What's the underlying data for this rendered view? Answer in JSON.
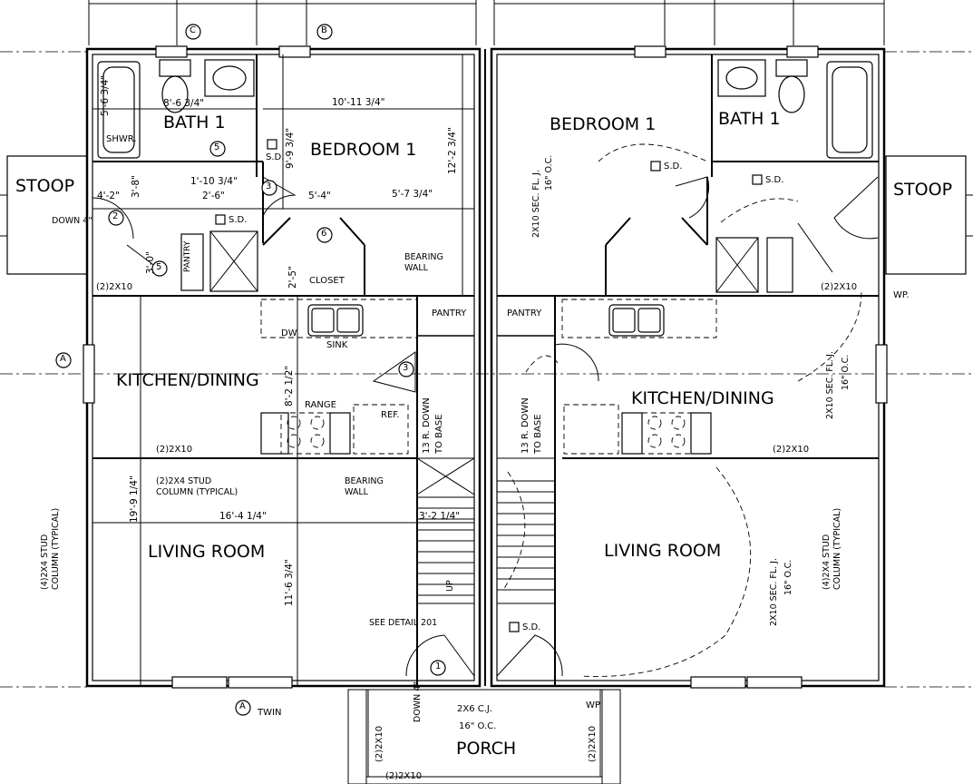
{
  "rooms": {
    "left": {
      "bath": "BATH 1",
      "bedroom": "BEDROOM 1",
      "kitchen": "KITCHEN/DINING",
      "living": "LIVING ROOM",
      "stoop": "STOOP",
      "pantry_small": "PANTRY",
      "pantry": "PANTRY",
      "closet": "CLOSET",
      "sink": "SINK",
      "dw": "DW",
      "range": "RANGE",
      "ref": "REF.",
      "shower": "SHWR."
    },
    "right": {
      "bath": "BATH 1",
      "bedroom": "BEDROOM 1",
      "kitchen": "KITCHEN/DINING",
      "living": "LIVING ROOM",
      "stoop": "STOOP",
      "pantry": "PANTRY"
    },
    "porch": "PORCH"
  },
  "dimensions": {
    "bath_width": "8'-6 3/4\"",
    "bath_depth": "5'-6 3/4\"",
    "bedroom_width": "10'-11 3/4\"",
    "bedroom_depth": "9'-9 3/4\"",
    "bedroom_total_depth": "12'-2 3/4\"",
    "hall_1": "1'-10 3/4\"",
    "hall_2": "2'-6\"",
    "hall_3": "4'-2\"",
    "hall_4": "3'-8\"",
    "hall_5": "5'-4\"",
    "hall_6": "5'-7 3/4\"",
    "pantry_depth": "3'-0\"",
    "closet_depth": "2'-5\"",
    "kitchen_depth": "8'-2 1/2\"",
    "living_depth_total": "19'-9 1/4\"",
    "living_width": "16'-4 1/4\"",
    "living_depth": "11'-6 3/4\"",
    "stair_width": "3'-2 1/4\""
  },
  "notes": {
    "down_4": "DOWN 4\"",
    "down_4_porch": "DOWN 4\"",
    "beam_2x10": "(2)2X10",
    "beam_2x10_right": "(2)2X10",
    "beam_mid_left": "(2)2X10",
    "beam_mid_right": "(2)2X10",
    "stud_column": "(2)2X4 STUD",
    "stud_column_2": "COLUMN (TYPICAL)",
    "bearing_wall": "BEARING",
    "bearing_wall_2": "WALL",
    "bearing_wall_b": "BEARING",
    "bearing_wall_b2": "WALL",
    "stairs_left": "13 R. DOWN",
    "stairs_left_2": "TO BASE",
    "stairs_right": "13 R. DOWN",
    "stairs_right_2": "TO BASE",
    "up": "UP",
    "see_detail": "SEE DETAIL 201",
    "sec_flj_1": "2X10 SEC. FL. J.",
    "sec_flj_1b": "16\" O.C.",
    "sec_flj_2": "2X10 SEC. FL. J.",
    "sec_flj_2b": "16\" O.C.",
    "sec_flj_3": "2X10 SEC. FL. J.",
    "sec_flj_3b": "16\" O.C.",
    "col_4": "(4)2X4 STUD",
    "col_4b": "COLUMN (TYPICAL)",
    "col_4_right": "(4)2X4 STUD",
    "col_4b_right": "COLUMN (TYPICAL)",
    "porch_cj": "2X6 C.J.",
    "porch_cj_oc": "16\" O.C.",
    "porch_beam": "(2)2X10",
    "porch_side_l": "(2)2X10",
    "porch_side_r": "(2)2X10",
    "twin": "TWIN",
    "wp_1": "WP.",
    "wp_2": "WP.",
    "sd_1": "S.D.",
    "sd_2": "S.D.",
    "sd_3": "S.D.",
    "sd_4": "S.D.",
    "sd_5": "S.D."
  },
  "markers": {
    "grid_c": "C",
    "grid_b": "B",
    "grid_a_left": "A",
    "grid_a_bottom": "A",
    "door_1": "1",
    "door_2": "2",
    "door_3a": "3",
    "door_3b": "3",
    "door_5a": "5",
    "door_5b": "5",
    "door_6": "6"
  }
}
